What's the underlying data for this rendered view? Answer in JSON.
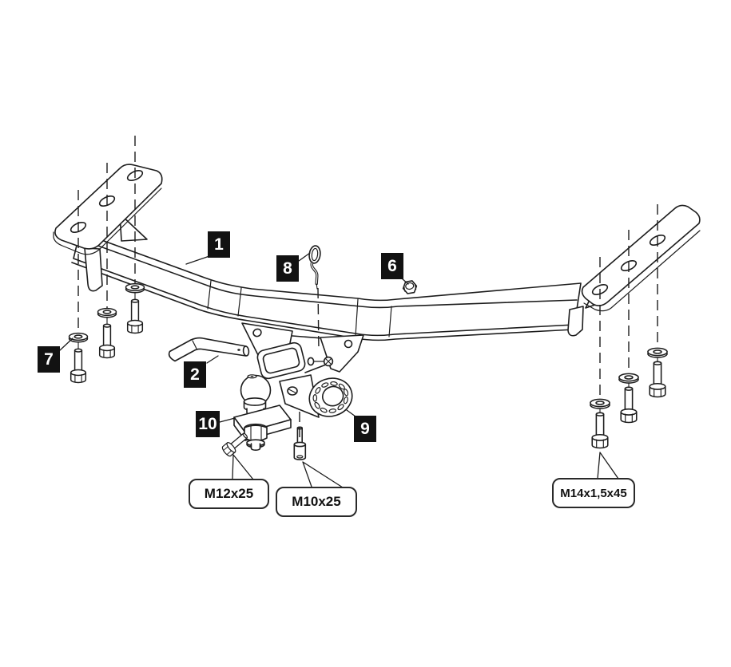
{
  "colors": {
    "background": "#ffffff",
    "line": "#1d1d1d",
    "label_bg": "#121212",
    "label_fg": "#ffffff",
    "callout_border": "#2a2a2a"
  },
  "part_labels": [
    {
      "number": "1"
    },
    {
      "number": "2"
    },
    {
      "number": "6"
    },
    {
      "number": "7"
    },
    {
      "number": "8"
    },
    {
      "number": "9"
    },
    {
      "number": "10"
    }
  ],
  "bolt_callouts": [
    {
      "text": "M12x25"
    },
    {
      "text": "M10x25"
    },
    {
      "text": "M14x1,5x45"
    }
  ]
}
